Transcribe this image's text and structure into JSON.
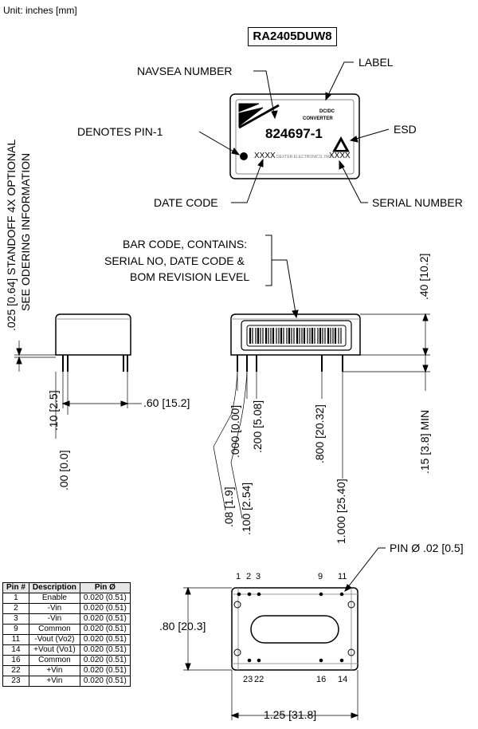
{
  "unit_label": "Unit: inches [mm]",
  "part_number": "RA2405DUW8",
  "callouts": {
    "navsea": "NAVSEA NUMBER",
    "label": "LABEL",
    "denotes_pin1": "DENOTES PIN-1",
    "esd": "ESD",
    "date_code": "DATE CODE",
    "serial_number": "SERIAL NUMBER",
    "barcode_l1": "BAR CODE, CONTAINS:",
    "barcode_l2": "SERIAL NO, DATE CODE &",
    "barcode_l3": "BOM REVISION LEVEL",
    "standoff_l1": ".025 [0.64] STANDOFF 4X OPTIONAL",
    "standoff_l2": "SEE ODERING INFORMATION",
    "pin_dia": "PIN Ø .02 [0.5]"
  },
  "label_face": {
    "dcdc": "DC/DC",
    "converter": "CONVERTER",
    "navsea_num": "824697-1",
    "date_code": "XXXX",
    "serial": "XXXX",
    "maker": "DEXTER ELECTRONICS, INC."
  },
  "dims": {
    "d_10": ".10 [2.5]",
    "d_60": ".60 [15.2]",
    "d_00a": ".00 [0.0]",
    "d_40": ".40 [10.2]",
    "d_000": ".000 [0.00]",
    "d_200": ".200 [5.08]",
    "d_800": ".800 [20.32]",
    "d_15": ".15 [3.8] MIN",
    "d_08": ".08 [1.9]",
    "d_100": ".100 [2.54]",
    "d_1000": "1.000 [25.40]",
    "d_80": ".80 [20.3]",
    "d_125": "1.25 [31.8]"
  },
  "bottom_pins": {
    "top_row": [
      "1",
      "2",
      "3",
      "9",
      "11"
    ],
    "bottom_row": [
      "23",
      "22",
      "16",
      "14"
    ]
  },
  "pin_table": {
    "headers": [
      "Pin #",
      "Description",
      "Pin Ø"
    ],
    "rows": [
      {
        "pin": "1",
        "desc": "Enable",
        "dia": "0.020 (0.51)"
      },
      {
        "pin": "2",
        "desc": "-Vin",
        "dia": "0.020 (0.51)"
      },
      {
        "pin": "3",
        "desc": "-Vin",
        "dia": "0.020 (0.51)"
      },
      {
        "pin": "9",
        "desc": "Common",
        "dia": "0.020 (0.51)"
      },
      {
        "pin": "11",
        "desc": "-Vout (Vo2)",
        "dia": "0.020 (0.51)"
      },
      {
        "pin": "14",
        "desc": "+Vout (Vo1)",
        "dia": "0.020 (0.51)"
      },
      {
        "pin": "16",
        "desc": "Common",
        "dia": "0.020 (0.51)"
      },
      {
        "pin": "22",
        "desc": "+Vin",
        "dia": "0.020 (0.51)"
      },
      {
        "pin": "23",
        "desc": "+Vin",
        "dia": "0.020 (0.51)"
      }
    ]
  }
}
